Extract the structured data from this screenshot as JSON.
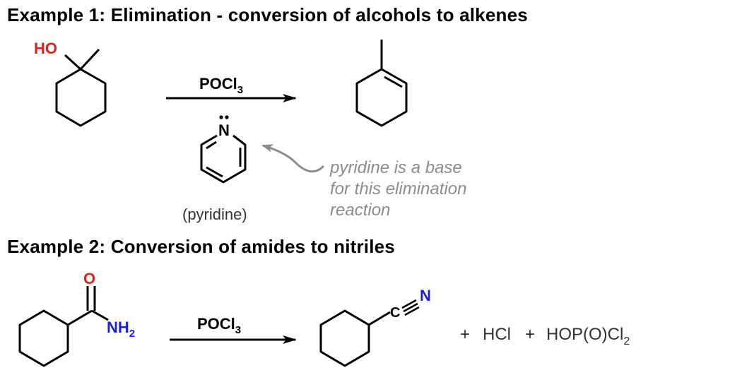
{
  "example1": {
    "heading": "Example 1: Elimination - conversion of alcohols to alkenes",
    "hydroxyl_label": "HO",
    "reagent": {
      "main": "POCl",
      "subscript": "3"
    },
    "pyridine_atom": "N",
    "pyridine_caption": "(pyridine)",
    "annotation_lines": [
      "pyridine is a base",
      "for this elimination",
      "reaction"
    ]
  },
  "example2": {
    "heading": "Example 2: Conversion of amides to nitriles",
    "carbonyl_oxygen": "O",
    "amide_group": {
      "main": "NH",
      "subscript": "2"
    },
    "reagent": {
      "main": "POCl",
      "subscript": "3"
    },
    "nitrile_carbon": "C",
    "nitrile_nitrogen": "N",
    "byproducts": {
      "plus1": "+",
      "hcl": "HCl",
      "plus2": "+",
      "hop": "HOP(O)Cl",
      "hop_subscript": "2"
    }
  },
  "colors": {
    "oxygen": "#e0201b",
    "nitrogen": "#1a1ee0",
    "annotation": "#8c8c8c",
    "bond": "#000000"
  }
}
